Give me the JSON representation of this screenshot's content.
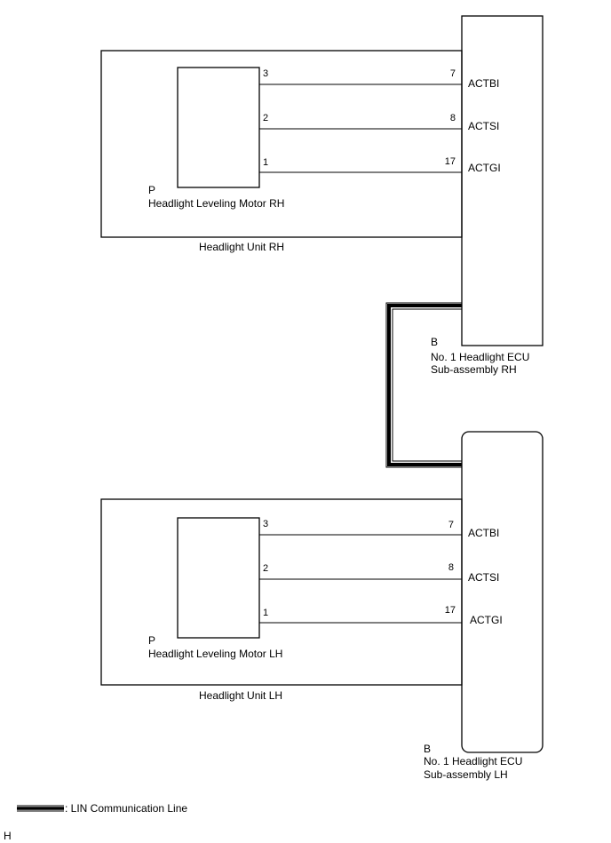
{
  "rh": {
    "unit_label": "Headlight Unit RH",
    "motor_connector": "P",
    "motor_label": "Headlight Leveling Motor RH",
    "ecu_connector": "B",
    "ecu_label_line1": "No. 1 Headlight ECU",
    "ecu_label_line2": "Sub-assembly RH",
    "wires": [
      {
        "motor_pin": "3",
        "ecu_pin": "7",
        "signal": "ACTBI"
      },
      {
        "motor_pin": "2",
        "ecu_pin": "8",
        "signal": "ACTSI"
      },
      {
        "motor_pin": "1",
        "ecu_pin": "17",
        "signal": "ACTGI"
      }
    ]
  },
  "lh": {
    "unit_label": "Headlight Unit LH",
    "motor_connector": "P",
    "motor_label": "Headlight Leveling Motor LH",
    "ecu_connector": "B",
    "ecu_label_line1": "No. 1 Headlight ECU",
    "ecu_label_line2": "Sub-assembly LH",
    "wires": [
      {
        "motor_pin": "3",
        "ecu_pin": "7",
        "signal": "ACTBI"
      },
      {
        "motor_pin": "2",
        "ecu_pin": "8",
        "signal": "ACTSI"
      },
      {
        "motor_pin": "1",
        "ecu_pin": "17",
        "signal": "ACTGI"
      }
    ]
  },
  "legend": {
    "label": ": LIN Communication Line"
  },
  "footer_mark": "H"
}
